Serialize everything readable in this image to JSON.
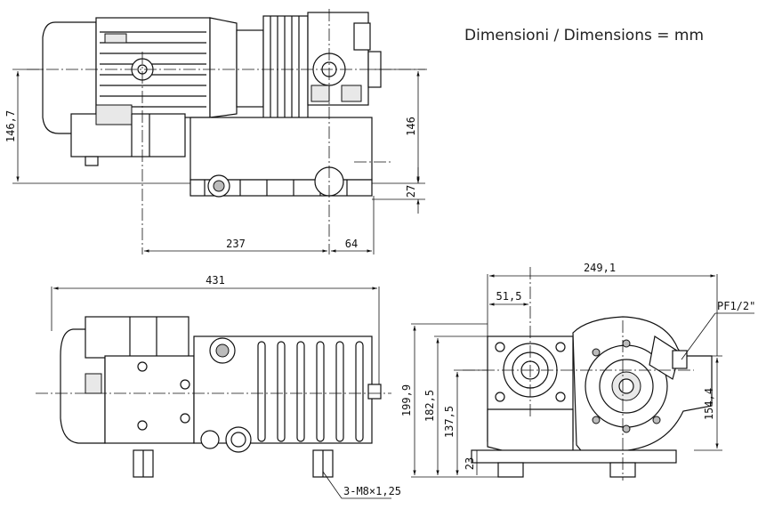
{
  "title": "Dimensioni /  Dimensions = mm",
  "dimensions": {
    "d146_7": "146,7",
    "d146": "146",
    "d27": "27",
    "d237": "237",
    "d64": "64",
    "d431": "431",
    "d249_1": "249,1",
    "d51_5": "51,5",
    "pf": "PF1/2\"",
    "d199_9": "199,9",
    "d182_5": "182,5",
    "d137_5": "137,5",
    "d23": "23",
    "d154_4": "154,4",
    "m8": "3-M8×1,25"
  }
}
